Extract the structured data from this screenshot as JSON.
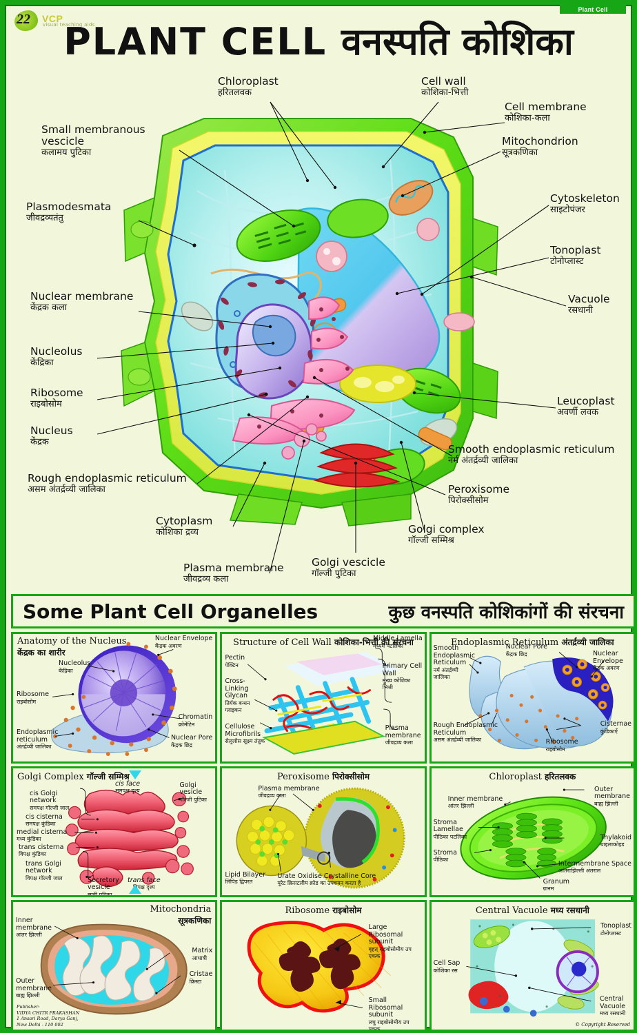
{
  "poster": {
    "top_tab": "Plant Cell",
    "logo": {
      "number": "22",
      "brand": "VCP",
      "tagline": "visual teaching aids"
    },
    "title_en": "PLANT CELL",
    "title_hi": "वनस्पति कोशिका",
    "border_color": "#16a616",
    "background_color": "#f2f7dc"
  },
  "main_diagram": {
    "labels": [
      {
        "en": "Chloroplast",
        "hi": "हरितलवक"
      },
      {
        "en": "Cell wall",
        "hi": "कोशिका-भित्ती"
      },
      {
        "en": "Cell membrane",
        "hi": "कोशिका-कला"
      },
      {
        "en": "Mitochondrion",
        "hi": "सूत्रकणिका"
      },
      {
        "en": "Small membranous vescicle",
        "hi": "कलामय पुटिका"
      },
      {
        "en": "Plasmodesmata",
        "hi": "जीवद्रव्यतंतु"
      },
      {
        "en": "Cytoskeleton",
        "hi": "साइटोपंजर"
      },
      {
        "en": "Tonoplast",
        "hi": "टोनोप्लास्ट"
      },
      {
        "en": "Nuclear membrane",
        "hi": "केंद्रक कला"
      },
      {
        "en": "Vacuole",
        "hi": "रसधानी"
      },
      {
        "en": "Nucleolus",
        "hi": "केंद्रिका"
      },
      {
        "en": "Ribosome",
        "hi": "राइबोसोम"
      },
      {
        "en": "Nucleus",
        "hi": "केंद्रक"
      },
      {
        "en": "Leucoplast",
        "hi": "अवर्णी लवक"
      },
      {
        "en": "Smooth endoplasmic reticulum",
        "hi": "नर्म अंतर्द्रव्यी जालिका"
      },
      {
        "en": "Rough endoplasmic reticulum",
        "hi": "असम अंतर्द्रव्यी जालिका"
      },
      {
        "en": "Peroxisome",
        "hi": "पिरोक्सीसोम"
      },
      {
        "en": "Cytoplasm",
        "hi": "कोशिका द्रव्य"
      },
      {
        "en": "Golgi complex",
        "hi": "गॉल्जी सम्मिश्र"
      },
      {
        "en": "Plasma membrane",
        "hi": "जीवद्रव्य कला"
      },
      {
        "en": "Golgi vescicle",
        "hi": "गॉल्जी पुटिका"
      }
    ]
  },
  "section": {
    "title_en": "Some Plant Cell Organelles",
    "title_hi": "कुछ वनस्पति कोशिकांगों की संरचना"
  },
  "panels": [
    {
      "title_en": "Anatomy of the Nucleus",
      "title_hi": "केंद्रक का शारीर",
      "labels": [
        {
          "en": "Nuclear Envelope",
          "hi": "केंद्रक अवरण"
        },
        {
          "en": "Nucleolus",
          "hi": "केंद्रिका"
        },
        {
          "en": "Ribosome",
          "hi": "राइबोसोम"
        },
        {
          "en": "Chromatin",
          "hi": "क्रोमेटिन"
        },
        {
          "en": "Nuclear Pore",
          "hi": "केंद्रक छिद्र"
        },
        {
          "en": "Endoplasmic reticulum",
          "hi": "अंतर्द्रव्यी जालिका"
        }
      ]
    },
    {
      "title_en": "Structure of Cell Wall",
      "title_hi": "कोशिका-भित्ती की संरचना",
      "labels": [
        {
          "en": "Middle Lamella",
          "hi": "मध्यम पटलिका"
        },
        {
          "en": "Primary Cell Wall",
          "hi": "मुख्य कोशिका भित्ती"
        },
        {
          "en": "Pectin",
          "hi": "पेक्टिन"
        },
        {
          "en": "Cross-Linking Glycan",
          "hi": "तिर्यक बन्धन ग्लाइकन"
        },
        {
          "en": "Cellulose Microfibrils",
          "hi": "सेलुलोस सूक्ष्म तंतुक"
        },
        {
          "en": "Plasma membrane",
          "hi": "जीवद्रव्य कला"
        }
      ]
    },
    {
      "title_en": "Endoplasmic Reticulum",
      "title_hi": "अंतर्द्रव्यी जालिका",
      "labels": [
        {
          "en": "Smooth Endoplasmic Reticulum",
          "hi": "नर्म अंतर्द्रव्यी जालिका"
        },
        {
          "en": "Nuclear Pore",
          "hi": "केंद्रक छिद्र"
        },
        {
          "en": "Nuclear Envelope",
          "hi": "केंद्रक अवरण"
        },
        {
          "en": "Rough Endoplasmic Reticulum",
          "hi": "असम अंतर्द्रव्यी जालिका"
        },
        {
          "en": "Ribosome",
          "hi": "राइबोसोम"
        },
        {
          "en": "Cisternae",
          "hi": "कुंडिकाऐं"
        }
      ]
    },
    {
      "title_en": "Golgi Complex",
      "title_hi": "गॉल्जी सम्मिश्र",
      "labels": [
        {
          "en": "cis face",
          "hi": "समपक्ष दृश्य"
        },
        {
          "en": "Golgi vesicle",
          "hi": "गॉल्जी पुटिका"
        },
        {
          "en": "cis Golgi network",
          "hi": "समपक्ष गॉल्जी जाल"
        },
        {
          "en": "cis cisterna",
          "hi": "समपक्ष कुंडिका"
        },
        {
          "en": "medial cisterna",
          "hi": "मध्य कुंडिका"
        },
        {
          "en": "trans cisterna",
          "hi": "विपक्ष कुंडिका"
        },
        {
          "en": "trans Golgi network",
          "hi": "विपक्ष गॉल्जी जाल"
        },
        {
          "en": "Secretory vesicle",
          "hi": "स्रावी पुटिका"
        },
        {
          "en": "trans face",
          "hi": "विपक्ष दृश्य"
        }
      ]
    },
    {
      "title_en": "Peroxisome",
      "title_hi": "पिरोक्सीसोम",
      "labels": [
        {
          "en": "Plasma membrane",
          "hi": "जीवद्रव्य कला"
        },
        {
          "en": "Lipid Bilayer",
          "hi": "लिपिड द्विपरत"
        },
        {
          "en": "Urate Oxidise Crystalline Core",
          "hi": "यूरेट क्रिसटलीय क्रोड का उपचयन करता है"
        }
      ]
    },
    {
      "title_en": "Chloroplast",
      "title_hi": "हरितलवक",
      "labels": [
        {
          "en": "Outer membrane",
          "hi": "बाह्य झिल्ली"
        },
        {
          "en": "Inner membrane",
          "hi": "आंतर झिल्ली"
        },
        {
          "en": "Stroma Lamellae",
          "hi": "पीठिका पटलिका"
        },
        {
          "en": "Stroma",
          "hi": "पीठिका"
        },
        {
          "en": "Thylakoid",
          "hi": "थाइलाकोइड"
        },
        {
          "en": "Intermembrane Space",
          "hi": "आंतराझिल्ली अंतराल"
        },
        {
          "en": "Granum",
          "hi": "ग्रानम"
        }
      ]
    },
    {
      "title_en": "Mitochondria",
      "title_hi": "सूत्रकणिका",
      "labels": [
        {
          "en": "Inner membrane",
          "hi": "आंतर झिल्ली"
        },
        {
          "en": "Outer membrane",
          "hi": "बाह्य झिल्ली"
        },
        {
          "en": "Matrix",
          "hi": "आधात्री"
        },
        {
          "en": "Cristae",
          "hi": "क्रिस्टा"
        }
      ],
      "publisher": {
        "line1": "Publisher:",
        "line2": "VIDYA CHITR PRAKASHAN",
        "line3": "1 Ansari Road, Darya Ganj,",
        "line4": "New Delhi - 110 002"
      }
    },
    {
      "title_en": "Ribosome",
      "title_hi": "राइबोसोम",
      "labels": [
        {
          "en": "Large Ribosomal subunit",
          "hi": "बृहत् राइबोसोमीय उप एकक"
        },
        {
          "en": "Small Ribosomal subunit",
          "hi": "लघु राइबोसोमीय उप एकक"
        }
      ]
    },
    {
      "title_en": "Central Vacuole",
      "title_hi": "मध्य रसधानी",
      "labels": [
        {
          "en": "Tonoplast",
          "hi": "टोनोप्लास्ट"
        },
        {
          "en": "Cell Sap",
          "hi": "कोशिका रस"
        },
        {
          "en": "Central Vacuole",
          "hi": "मध्य रसधानी"
        }
      ],
      "copyright": "© Copyright Reserved"
    }
  ]
}
